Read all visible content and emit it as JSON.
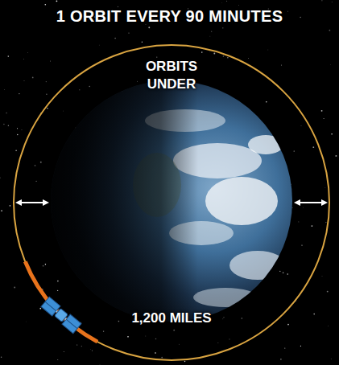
{
  "diagram": {
    "title": "1 ORBIT EVERY 90 MINUTES",
    "labels": [
      "ORBITS UNDER",
      "1,200 MILES"
    ]
  }
}
